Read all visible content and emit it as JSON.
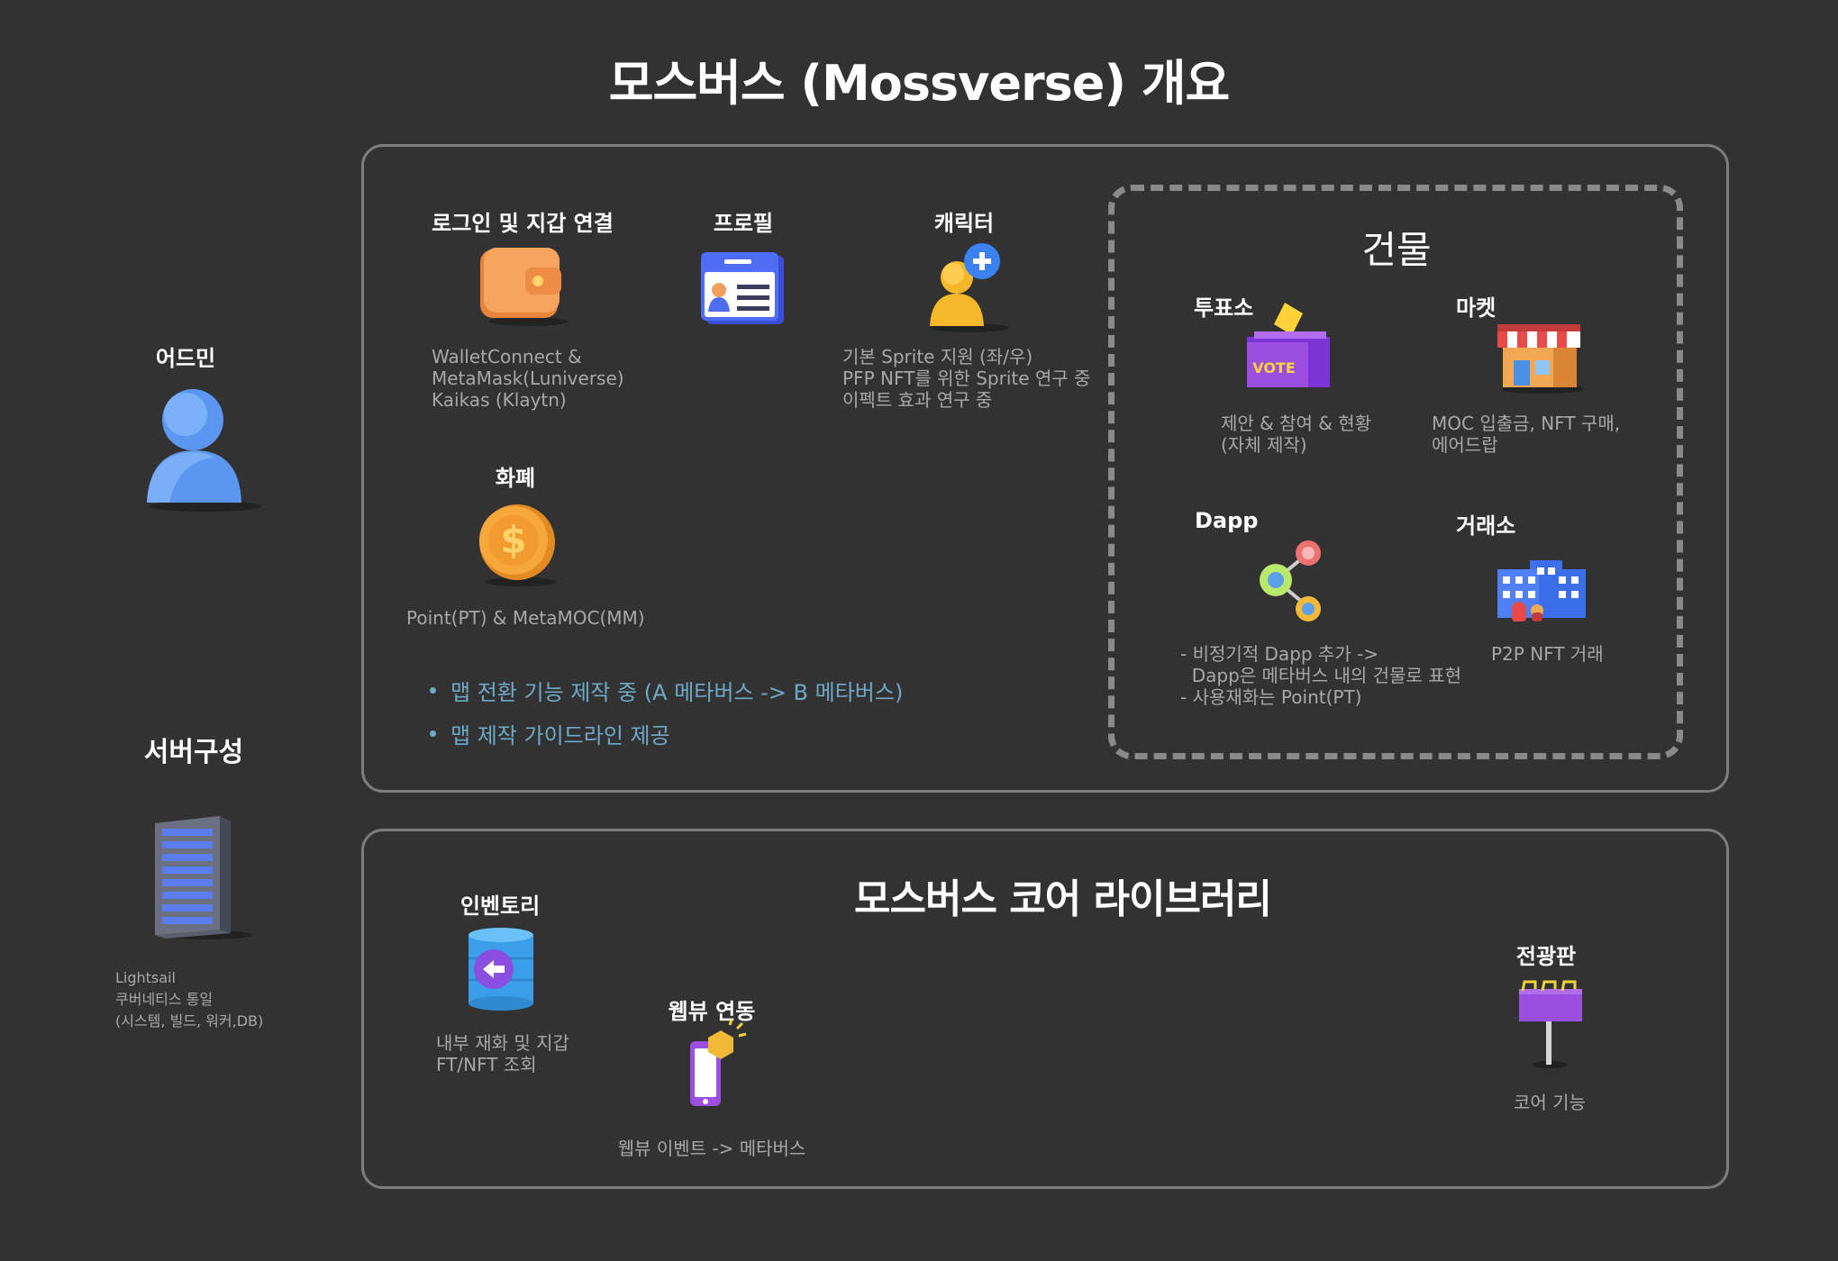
{
  "title": "모스버스 (Mossverse) 개요",
  "admin": {
    "label": "어드민"
  },
  "server": {
    "label": "서버구성",
    "desc": "Lightsail\n쿠버네티스 통일\n(시스템, 빌드, 워커,DB)"
  },
  "main": {
    "login": {
      "label": "로그인 및 지갑 연결",
      "desc": "WalletConnect &\nMetaMask(Luniverse)\nKaikas (Klaytn)"
    },
    "profile": {
      "label": "프로필"
    },
    "character": {
      "label": "캐릭터",
      "desc": "기본 Sprite 지원 (좌/우)\nPFP NFT를 위한 Sprite 연구 중\n이펙트 효과 연구 중"
    },
    "currency": {
      "label": "화폐",
      "desc": "Point(PT) & MetaMOC(MM)"
    },
    "bullets": [
      "맵 전환 기능 제작 중 (A 메타버스 -> B 메타버스)",
      "맵 제작 가이드라인 제공"
    ]
  },
  "building": {
    "title": "건물",
    "vote": {
      "label": "투표소",
      "desc": "제안 & 참여 & 현황\n(자체 제작)",
      "icon_text": "VOTE"
    },
    "market": {
      "label": "마켓",
      "desc": "MOC 입출금, NFT 구매,\n에어드랍"
    },
    "dapp": {
      "label": "Dapp",
      "desc": "- 비정기적 Dapp 추가 ->\n  Dapp은 메타버스 내의 건물로 표현\n- 사용재화는 Point(PT)"
    },
    "exchange": {
      "label": "거래소",
      "desc": "P2P NFT 거래"
    }
  },
  "core": {
    "title": "모스버스 코어 라이브러리",
    "inventory": {
      "label": "인벤토리",
      "desc": "내부 재화 및 지갑\nFT/NFT 조회"
    },
    "webview": {
      "label": "웹뷰 연동",
      "desc": "웹뷰 이벤트 -> 메타버스"
    },
    "billboard": {
      "label": "전광판",
      "desc": "코어 기능"
    }
  },
  "colors": {
    "background": "#323232",
    "panel_border": "#7d7d7d",
    "bullet_text": "#6fa9c8",
    "desc_text": "#a8a8a8",
    "accent_orange": "#f39a3a",
    "accent_blue": "#5b8def",
    "accent_purple": "#9b4fe0"
  },
  "icons": [
    "person-icon",
    "server-rack-icon",
    "wallet-icon",
    "id-card-icon",
    "character-add-icon",
    "coin-icon",
    "vote-box-icon",
    "shop-icon",
    "network-nodes-icon",
    "office-building-icon",
    "database-icon",
    "phone-icon",
    "billboard-icon"
  ]
}
